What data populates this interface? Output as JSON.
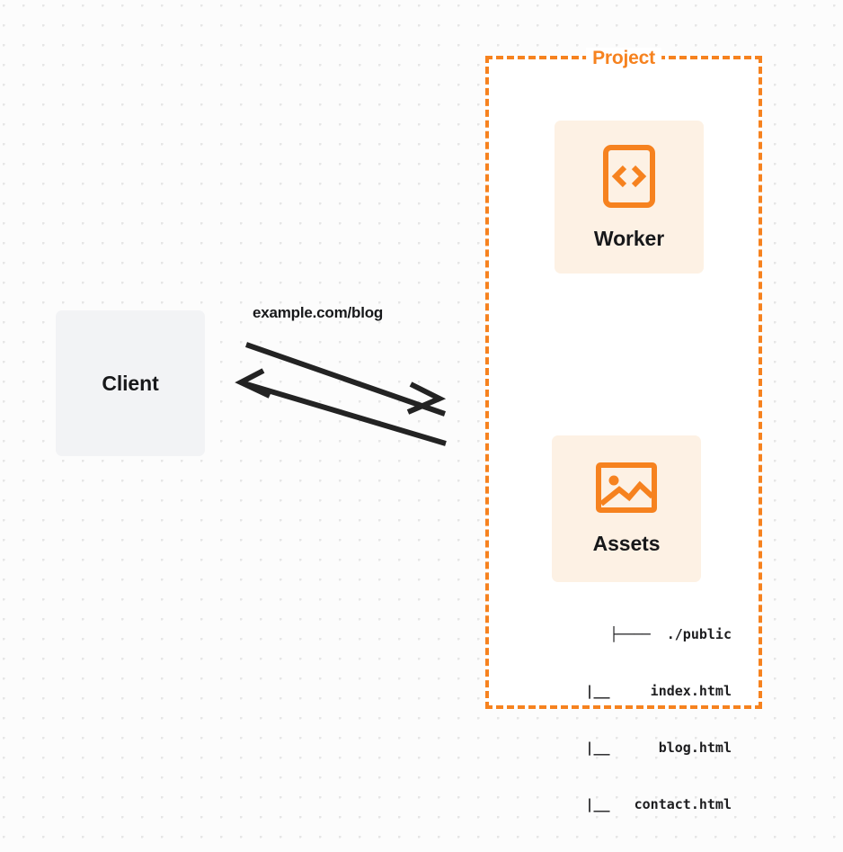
{
  "diagram": {
    "type": "architecture-diagram",
    "background": "dotted-grid",
    "colors": {
      "accent": "#f6821f",
      "card_fill": "#fdf1e4",
      "client_fill": "#f2f3f5",
      "text": "#17181a",
      "arrow": "#232323",
      "grid_dot": "#e6e6e6",
      "canvas": "#fcfcfc"
    },
    "client": {
      "label": "Client"
    },
    "connection": {
      "label": "example.com/blog",
      "request_direction": "client-to-project",
      "response_direction": "project-to-client",
      "arrows": [
        {
          "name": "response-arrow",
          "points_to": "client"
        },
        {
          "name": "request-arrow",
          "points_to": "project"
        }
      ]
    },
    "project": {
      "title": "Project",
      "border_style": "dashed",
      "services": [
        {
          "name": "worker",
          "label": "Worker",
          "icon": "code-file-icon"
        },
        {
          "name": "assets",
          "label": "Assets",
          "icon": "image-icon"
        }
      ]
    },
    "file_tree": {
      "rows": [
        {
          "prefix": "├────",
          "name": "./public"
        },
        {
          "prefix": "|__",
          "name": "index.html"
        },
        {
          "prefix": "|__",
          "name": "blog.html"
        },
        {
          "prefix": "|__",
          "name": "contact.html"
        }
      ],
      "lines": [
        "├────  ./public",
        "|__     index.html",
        "|__      blog.html",
        "|__   contact.html"
      ]
    }
  }
}
